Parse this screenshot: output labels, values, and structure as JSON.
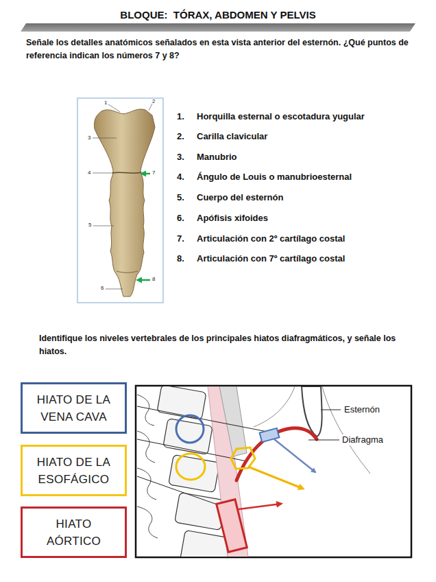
{
  "diagram": {
    "title": "BLOQUE:  TÓRAX, ABDOMEN Y PELVIS",
    "nodes": [
      {
        "text": [
          "HIATO DE LA VENA CAVA"
        ]
      },
      {
        "text": [
          "HIATO DE LA ESOFÁGICO"
        ]
      },
      {
        "text": [
          "HIATO AÓRTICO"
        ]
      }
    ],
    "labels": [
      "Señale los detalles anatómicos señalados en esta vista anterior del esternón. ¿Qué puntos de referencia indican los números 7 y 8?",
      "1",
      "2",
      "3",
      "4",
      "7",
      "5",
      "8",
      "6",
      "1.",
      "Horquilla esternal o escotadura yugular",
      "2.",
      "Carilla clavicular",
      "3.",
      "Manubrio",
      "4.",
      "Ángulo de Louis o manubrioesternal",
      "5.",
      "Cuerpo del esternón",
      "6.",
      "Apófisis xifoides",
      "7.",
      "Articulación con 2º cartílago costal",
      "8.",
      "Articulación con 7º cartílago costal",
      "Identifique los niveles vertebrales de los principales hiatos diafragmáticos, y señale los hiatos.",
      "Esternón",
      "Diafragma"
    ]
  }
}
